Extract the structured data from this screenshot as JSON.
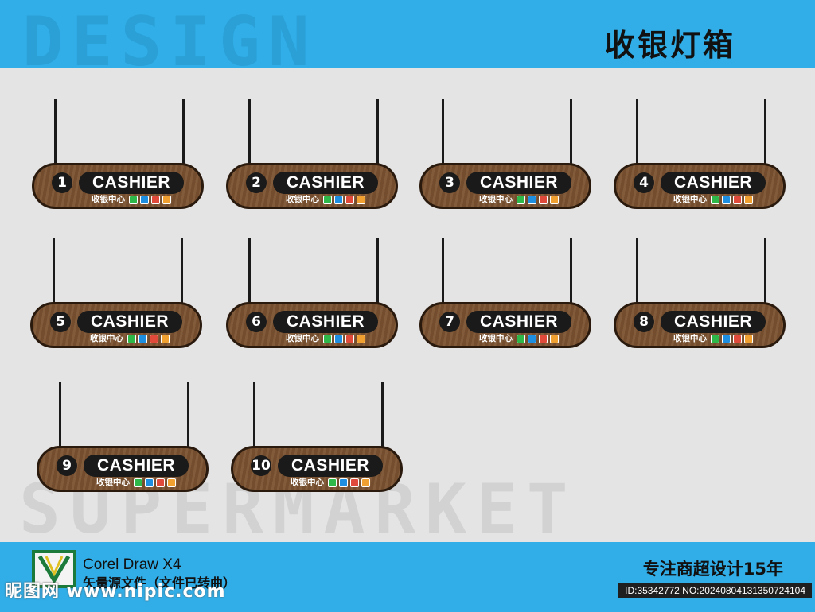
{
  "background": {
    "top_word": "DESIGN",
    "bottom_word": "SUPERMARKET"
  },
  "header": {
    "title": "收银灯箱"
  },
  "signs": [
    {
      "number": "1",
      "label": "CASHIER",
      "sub": "收银中心"
    },
    {
      "number": "2",
      "label": "CASHIER",
      "sub": "收银中心"
    },
    {
      "number": "3",
      "label": "CASHIER",
      "sub": "收银中心"
    },
    {
      "number": "4",
      "label": "CASHIER",
      "sub": "收银中心"
    },
    {
      "number": "5",
      "label": "CASHIER",
      "sub": "收银中心"
    },
    {
      "number": "6",
      "label": "CASHIER",
      "sub": "收银中心"
    },
    {
      "number": "7",
      "label": "CASHIER",
      "sub": "收银中心"
    },
    {
      "number": "8",
      "label": "CASHIER",
      "sub": "收银中心"
    },
    {
      "number": "9",
      "label": "CASHIER",
      "sub": "收银中心"
    },
    {
      "number": "10",
      "label": "CASHIER",
      "sub": "收银中心"
    }
  ],
  "payment_icons": [
    "wechat-pay-icon",
    "alipay-icon",
    "unionpay-icon",
    "card-icon"
  ],
  "payment_colors": [
    "#2fb84a",
    "#1e8fe0",
    "#e04a3a",
    "#f0a030"
  ],
  "footer": {
    "software": "Corel Draw X4",
    "note": "矢量源文件（文件已转曲）",
    "brand": "昵图网 www.nipic.com",
    "slogan": "专注商超设计15年",
    "id_line": "ID:35342772 NO:20240804131350724104"
  },
  "colors": {
    "band": "#31aee8",
    "background": "#e4e4e4",
    "board": "#7a5230",
    "board_border": "#2a1a0e"
  }
}
